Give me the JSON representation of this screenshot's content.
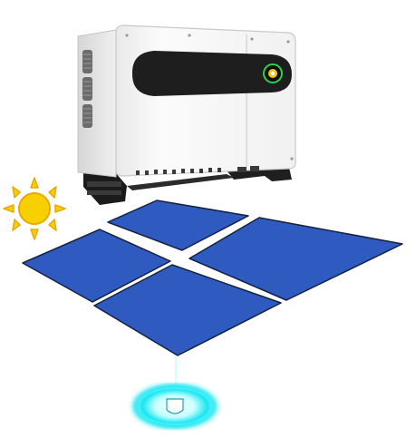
{
  "scene": {
    "description_items": [
      "inverter",
      "sun",
      "solar-panels",
      "ground-node"
    ]
  },
  "colors": {
    "panel_fill": "#2f5bc0",
    "panel_stroke": "#14213f",
    "sun_fill": "#f6d000",
    "sun_stroke": "#e8a900",
    "inverter_body": "#f4f4f4",
    "inverter_edge": "#c9c9c9",
    "display_band": "#1e1e1e",
    "glow": "#19e6f0",
    "glow_light": "#a8fbff"
  },
  "icons": {
    "sun": "sun-icon",
    "node": "ground-node-icon"
  }
}
